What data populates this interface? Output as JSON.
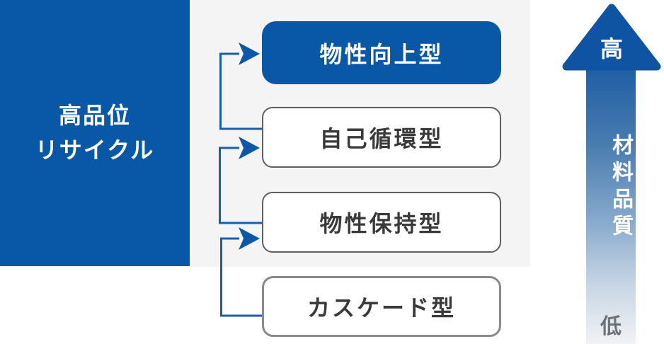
{
  "left_panel": {
    "line1": "高品位",
    "line2": "リサイクル"
  },
  "boxes": [
    {
      "label": "物性向上型",
      "variant": "primary"
    },
    {
      "label": "自己循環型",
      "variant": "outline"
    },
    {
      "label": "物性保持型",
      "variant": "outline"
    },
    {
      "label": "カスケード型",
      "variant": "outline-light"
    }
  ],
  "quality_axis": {
    "high": "高",
    "axis_label": "材料品質",
    "low": "低"
  },
  "colors": {
    "brand_blue": "#0958a7",
    "arrow_head_blue": "#0e54a2",
    "connector_blue": "#1a5fae",
    "scope_panel_gray": "#f4f4f4",
    "box_border_gray": "#5f5f5f",
    "cascade_border_gray": "#8a8a8a",
    "box_text_dark": "#3a3a3a",
    "low_label_gray": "#6d7277"
  }
}
